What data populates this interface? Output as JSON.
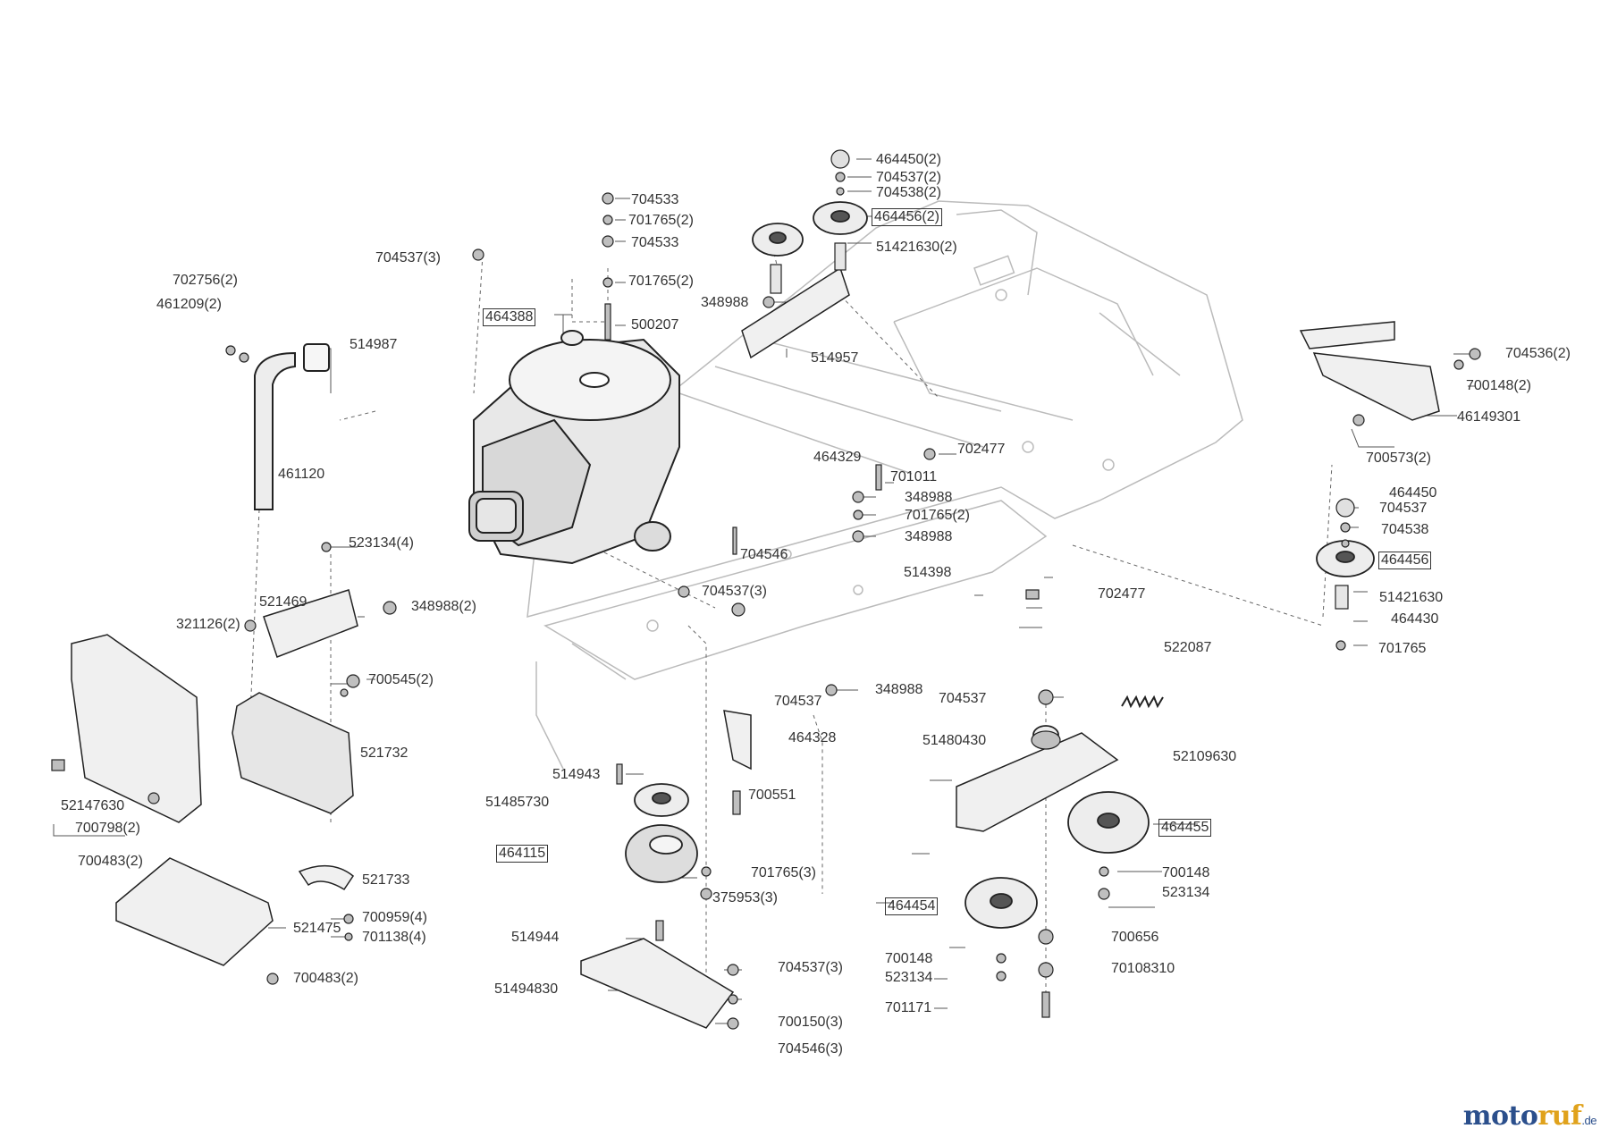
{
  "diagram": {
    "labels": [
      {
        "id": "l01",
        "text": "464450(2)",
        "boxed": false
      },
      {
        "id": "l02",
        "text": "704537(2)",
        "boxed": false
      },
      {
        "id": "l03",
        "text": "704538(2)",
        "boxed": false
      },
      {
        "id": "l04",
        "text": "464456(2)",
        "boxed": true
      },
      {
        "id": "l05",
        "text": "51421630(2)",
        "boxed": false
      },
      {
        "id": "l06",
        "text": "704533",
        "boxed": false
      },
      {
        "id": "l07",
        "text": "701765(2)",
        "boxed": false
      },
      {
        "id": "l08",
        "text": "704533",
        "boxed": false
      },
      {
        "id": "l09",
        "text": "701765(2)",
        "boxed": false
      },
      {
        "id": "l10",
        "text": "704537(3)",
        "boxed": false
      },
      {
        "id": "l11",
        "text": "702756(2)",
        "boxed": false
      },
      {
        "id": "l12",
        "text": "461209(2)",
        "boxed": false
      },
      {
        "id": "l13",
        "text": "464388",
        "boxed": true
      },
      {
        "id": "l14",
        "text": "500207",
        "boxed": false
      },
      {
        "id": "l15",
        "text": "514987",
        "boxed": false
      },
      {
        "id": "l16",
        "text": "348988",
        "boxed": false
      },
      {
        "id": "l17",
        "text": "514957",
        "boxed": false
      },
      {
        "id": "l18",
        "text": "704536(2)",
        "boxed": false
      },
      {
        "id": "l19",
        "text": "700148(2)",
        "boxed": false
      },
      {
        "id": "l20",
        "text": "46149301",
        "boxed": false
      },
      {
        "id": "l21",
        "text": "700573(2)",
        "boxed": false
      },
      {
        "id": "l22",
        "text": "461120",
        "boxed": false
      },
      {
        "id": "l23",
        "text": "464329",
        "boxed": false
      },
      {
        "id": "l24",
        "text": "702477",
        "boxed": false
      },
      {
        "id": "l25",
        "text": "701011",
        "boxed": false
      },
      {
        "id": "l26",
        "text": "348988",
        "boxed": false
      },
      {
        "id": "l27",
        "text": "701765(2)",
        "boxed": false
      },
      {
        "id": "l28",
        "text": "348988",
        "boxed": false
      },
      {
        "id": "l29",
        "text": "464450",
        "boxed": false
      },
      {
        "id": "l30",
        "text": "704537",
        "boxed": false
      },
      {
        "id": "l31",
        "text": "704538",
        "boxed": false
      },
      {
        "id": "l32",
        "text": "464456",
        "boxed": true
      },
      {
        "id": "l33",
        "text": "523134(4)",
        "boxed": false
      },
      {
        "id": "l34",
        "text": "704546",
        "boxed": false
      },
      {
        "id": "l35",
        "text": "514398",
        "boxed": false
      },
      {
        "id": "l36",
        "text": "704537(3)",
        "boxed": false
      },
      {
        "id": "l37",
        "text": "702477",
        "boxed": false
      },
      {
        "id": "l38",
        "text": "51421630",
        "boxed": false
      },
      {
        "id": "l39",
        "text": "464430",
        "boxed": false
      },
      {
        "id": "l40",
        "text": "521469",
        "boxed": false
      },
      {
        "id": "l41",
        "text": "348988(2)",
        "boxed": false
      },
      {
        "id": "l42",
        "text": "321126(2)",
        "boxed": false
      },
      {
        "id": "l43",
        "text": "701765",
        "boxed": false
      },
      {
        "id": "l44",
        "text": "522087",
        "boxed": false
      },
      {
        "id": "l45",
        "text": "700545(2)",
        "boxed": false
      },
      {
        "id": "l46",
        "text": "348988",
        "boxed": false
      },
      {
        "id": "l47",
        "text": "704537",
        "boxed": false
      },
      {
        "id": "l48",
        "text": "704537",
        "boxed": false
      },
      {
        "id": "l49",
        "text": "464328",
        "boxed": false
      },
      {
        "id": "l50",
        "text": "51480430",
        "boxed": false
      },
      {
        "id": "l51",
        "text": "521732",
        "boxed": false
      },
      {
        "id": "l52",
        "text": "52109630",
        "boxed": false
      },
      {
        "id": "l53",
        "text": "514943",
        "boxed": false
      },
      {
        "id": "l54",
        "text": "700551",
        "boxed": false
      },
      {
        "id": "l55",
        "text": "52147630",
        "boxed": false
      },
      {
        "id": "l56",
        "text": "51485730",
        "boxed": false
      },
      {
        "id": "l57",
        "text": "700798(2)",
        "boxed": false
      },
      {
        "id": "l58",
        "text": "464455",
        "boxed": true
      },
      {
        "id": "l59",
        "text": "464115",
        "boxed": true
      },
      {
        "id": "l60",
        "text": "700483(2)",
        "boxed": false
      },
      {
        "id": "l61",
        "text": "701765(3)",
        "boxed": false
      },
      {
        "id": "l62",
        "text": "700148",
        "boxed": false
      },
      {
        "id": "l63",
        "text": "521733",
        "boxed": false
      },
      {
        "id": "l64",
        "text": "523134",
        "boxed": false
      },
      {
        "id": "l65",
        "text": "375953(3)",
        "boxed": false
      },
      {
        "id": "l66",
        "text": "464454",
        "boxed": true
      },
      {
        "id": "l67",
        "text": "700959(4)",
        "boxed": false
      },
      {
        "id": "l68",
        "text": "701138(4)",
        "boxed": false
      },
      {
        "id": "l69",
        "text": "521475",
        "boxed": false
      },
      {
        "id": "l70",
        "text": "514944",
        "boxed": false
      },
      {
        "id": "l71",
        "text": "700656",
        "boxed": false
      },
      {
        "id": "l72",
        "text": "700148",
        "boxed": false
      },
      {
        "id": "l73",
        "text": "704537(3)",
        "boxed": false
      },
      {
        "id": "l74",
        "text": "523134",
        "boxed": false
      },
      {
        "id": "l75",
        "text": "70108310",
        "boxed": false
      },
      {
        "id": "l76",
        "text": "700483(2)",
        "boxed": false
      },
      {
        "id": "l77",
        "text": "51494830",
        "boxed": false
      },
      {
        "id": "l78",
        "text": "701171",
        "boxed": false
      },
      {
        "id": "l79",
        "text": "700150(3)",
        "boxed": false
      },
      {
        "id": "l80",
        "text": "704546(3)",
        "boxed": false
      }
    ]
  },
  "logo": {
    "main": "moto",
    "accent": "ruf",
    "suffix": ".de"
  },
  "colors": {
    "line": "#444444",
    "label": "#333333",
    "fill": "#ececec",
    "frame": "#bbbbbb",
    "logo_main": "#2b4f8c",
    "logo_accent": "#e0a21c"
  }
}
